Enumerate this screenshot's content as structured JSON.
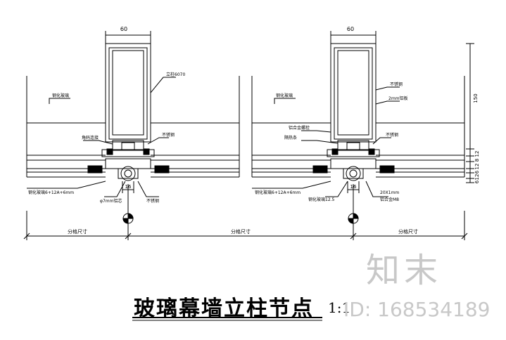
{
  "title": "玻璃幕墙立柱节点",
  "scale": "1:1",
  "watermark": {
    "logo": "知末",
    "id": "ID: 168534189"
  },
  "left_node": {
    "top_dim": "60",
    "gap_dim": "16",
    "tags": [
      "钢化玻璃",
      "立柱6070",
      "角码连接",
      "不锈钢",
      "φ7mm铝芯",
      "不锈钢",
      "钢化玻璃6+12A+6mm"
    ]
  },
  "right_node": {
    "top_dim": "60",
    "gap_dim": "16",
    "tags": [
      "钢化玻璃",
      "不锈钢",
      "2mm铝板",
      "不锈钢",
      "铝合金螺栓",
      "隔热条",
      "铝合金M8",
      "钢化玻璃12.5",
      "钢化玻璃6+12A+6mm",
      "20X1mm"
    ],
    "side_dims": [
      "150",
      "12",
      "8",
      "12",
      "6",
      "12",
      "6"
    ]
  },
  "bottom_dims": [
    "分格尺寸",
    "分格尺寸",
    "分格尺寸"
  ],
  "colors": {
    "line": "#000000",
    "watermark": "#c8c8c8"
  }
}
